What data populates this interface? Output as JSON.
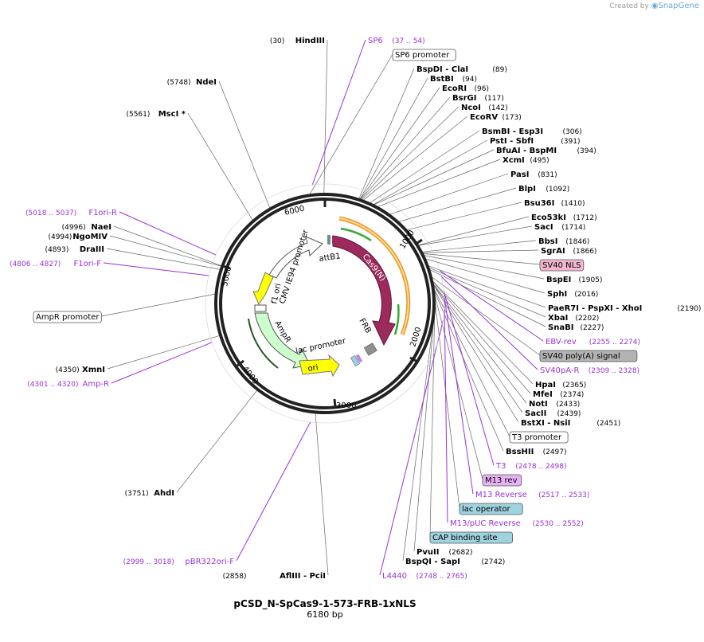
{
  "credit": {
    "text": "Created by",
    "brand": "SnapGene"
  },
  "plasmid": {
    "name": "pCSD_N-SpCas9-1-573-FRB-1xNLS",
    "size": "6180 bp"
  },
  "ticks": [
    "1000",
    "2000",
    "3000",
    "4000",
    "5000",
    "6000"
  ],
  "colors": {
    "primer": "#9b30d9",
    "cas9": "#9c2a5c",
    "arrow_yellow": "#ffff00",
    "ampr": "#ccffcc",
    "orf": "#e69a1f",
    "feature_green": "#33cc33"
  },
  "inner_features": [
    {
      "label": "Cas9(N)"
    },
    {
      "label": "attB1"
    },
    {
      "label": "CMV IE94 promoter"
    },
    {
      "label": "f1 ori"
    },
    {
      "label": "AmpR"
    },
    {
      "label": "lac promoter"
    },
    {
      "label": "ori"
    },
    {
      "label": "FRB"
    }
  ],
  "right_labels": [
    {
      "name": "SP6",
      "pos": "(37 .. 54)",
      "kind": "primer"
    },
    {
      "name": "SP6 promoter",
      "pos": "",
      "kind": "boxw"
    },
    {
      "name": "BspDI   - ClaI",
      "pos": "(89)",
      "kind": "site"
    },
    {
      "name": "BstBI",
      "pos": "(94)",
      "kind": "site"
    },
    {
      "name": "EcoRI",
      "pos": "(96)",
      "kind": "site"
    },
    {
      "name": "BsrGI",
      "pos": "(117)",
      "kind": "site"
    },
    {
      "name": "NcoI",
      "pos": "(142)",
      "kind": "site"
    },
    {
      "name": "EcoRV",
      "pos": "(173)",
      "kind": "site"
    },
    {
      "name": "BsmBI   - Esp3I",
      "pos": "(306)",
      "kind": "site"
    },
    {
      "name": "PstI   - SbfI",
      "pos": "(391)",
      "kind": "site"
    },
    {
      "name": "BfuAI   - BspMI",
      "pos": "(394)",
      "kind": "site"
    },
    {
      "name": "XcmI",
      "pos": "(495)",
      "kind": "site"
    },
    {
      "name": "PasI",
      "pos": "(831)",
      "kind": "site"
    },
    {
      "name": "BlpI",
      "pos": "(1092)",
      "kind": "site"
    },
    {
      "name": "Bsu36I",
      "pos": "(1410)",
      "kind": "site"
    },
    {
      "name": "Eco53kI",
      "pos": "(1712)",
      "kind": "site"
    },
    {
      "name": "SacI",
      "pos": "(1714)",
      "kind": "site"
    },
    {
      "name": "BbsI",
      "pos": "(1846)",
      "kind": "site"
    },
    {
      "name": "SgrAI",
      "pos": "(1866)",
      "kind": "site"
    },
    {
      "name": "SV40 NLS",
      "pos": "",
      "kind": "boxpink"
    },
    {
      "name": "BspEI",
      "pos": "(1905)",
      "kind": "site"
    },
    {
      "name": "SphI",
      "pos": "(2016)",
      "kind": "site"
    },
    {
      "name": "PaeR7I   - PspXI   - XhoI",
      "pos": "(2190)",
      "kind": "site"
    },
    {
      "name": "XbaI",
      "pos": "(2202)",
      "kind": "site"
    },
    {
      "name": "SnaBI",
      "pos": "(2227)",
      "kind": "site"
    },
    {
      "name": "EBV-rev",
      "pos": "(2255 .. 2274)",
      "kind": "primer"
    },
    {
      "name": "SV40 poly(A) signal",
      "pos": "",
      "kind": "boxgray"
    },
    {
      "name": "SV40pA-R",
      "pos": "(2309 .. 2328)",
      "kind": "primer"
    },
    {
      "name": "HpaI",
      "pos": "(2365)",
      "kind": "site"
    },
    {
      "name": "MfeI",
      "pos": "(2374)",
      "kind": "site"
    },
    {
      "name": "NotI",
      "pos": "(2433)",
      "kind": "site"
    },
    {
      "name": "SacII",
      "pos": "(2439)",
      "kind": "site"
    },
    {
      "name": "BstXI   - NsiI",
      "pos": "(2451)",
      "kind": "site"
    },
    {
      "name": "T3 promoter",
      "pos": "",
      "kind": "boxw"
    },
    {
      "name": "BssHII",
      "pos": "(2497)",
      "kind": "site"
    },
    {
      "name": "T3",
      "pos": "(2478 .. 2498)",
      "kind": "primer"
    },
    {
      "name": "M13 rev",
      "pos": "",
      "kind": "boxviolet"
    },
    {
      "name": "M13 Reverse",
      "pos": "(2517 .. 2533)",
      "kind": "primer"
    },
    {
      "name": "lac operator",
      "pos": "",
      "kind": "boxteal"
    },
    {
      "name": "M13/pUC Reverse",
      "pos": "(2530 .. 2552)",
      "kind": "primer"
    },
    {
      "name": "CAP binding site",
      "pos": "",
      "kind": "boxteal"
    },
    {
      "name": "PvuII",
      "pos": "(2682)",
      "kind": "site"
    },
    {
      "name": "BspQI   - SapI",
      "pos": "(2742)",
      "kind": "site"
    },
    {
      "name": "L4440",
      "pos": "(2748 .. 2765)",
      "kind": "primer"
    }
  ],
  "left_labels": [
    {
      "name": "HindIII",
      "pos": "(30)",
      "kind": "site"
    },
    {
      "name": "NdeI",
      "pos": "(5748)",
      "kind": "site"
    },
    {
      "name": "MscI *",
      "pos": "(5561)",
      "kind": "site"
    },
    {
      "name": "F1ori-R",
      "pos": "(5018 .. 5037)",
      "kind": "primer"
    },
    {
      "name": "NaeI",
      "pos": "(4996)",
      "kind": "site"
    },
    {
      "name": "NgoMIV",
      "pos": "(4994)",
      "kind": "site"
    },
    {
      "name": "DraIII",
      "pos": "(4893)",
      "kind": "site"
    },
    {
      "name": "F1ori-F",
      "pos": "(4806 .. 4827)",
      "kind": "primer"
    },
    {
      "name": "AmpR promoter",
      "pos": "",
      "kind": "boxw"
    },
    {
      "name": "XmnI",
      "pos": "(4350)",
      "kind": "site"
    },
    {
      "name": "Amp-R",
      "pos": "(4301 .. 4320)",
      "kind": "primer"
    },
    {
      "name": "AhdI",
      "pos": "(3751)",
      "kind": "site"
    },
    {
      "name": "pBR322ori-F",
      "pos": "(2999 .. 3018)",
      "kind": "primer"
    },
    {
      "name": "AflIII   - PciI",
      "pos": "(2858)",
      "kind": "site"
    }
  ]
}
